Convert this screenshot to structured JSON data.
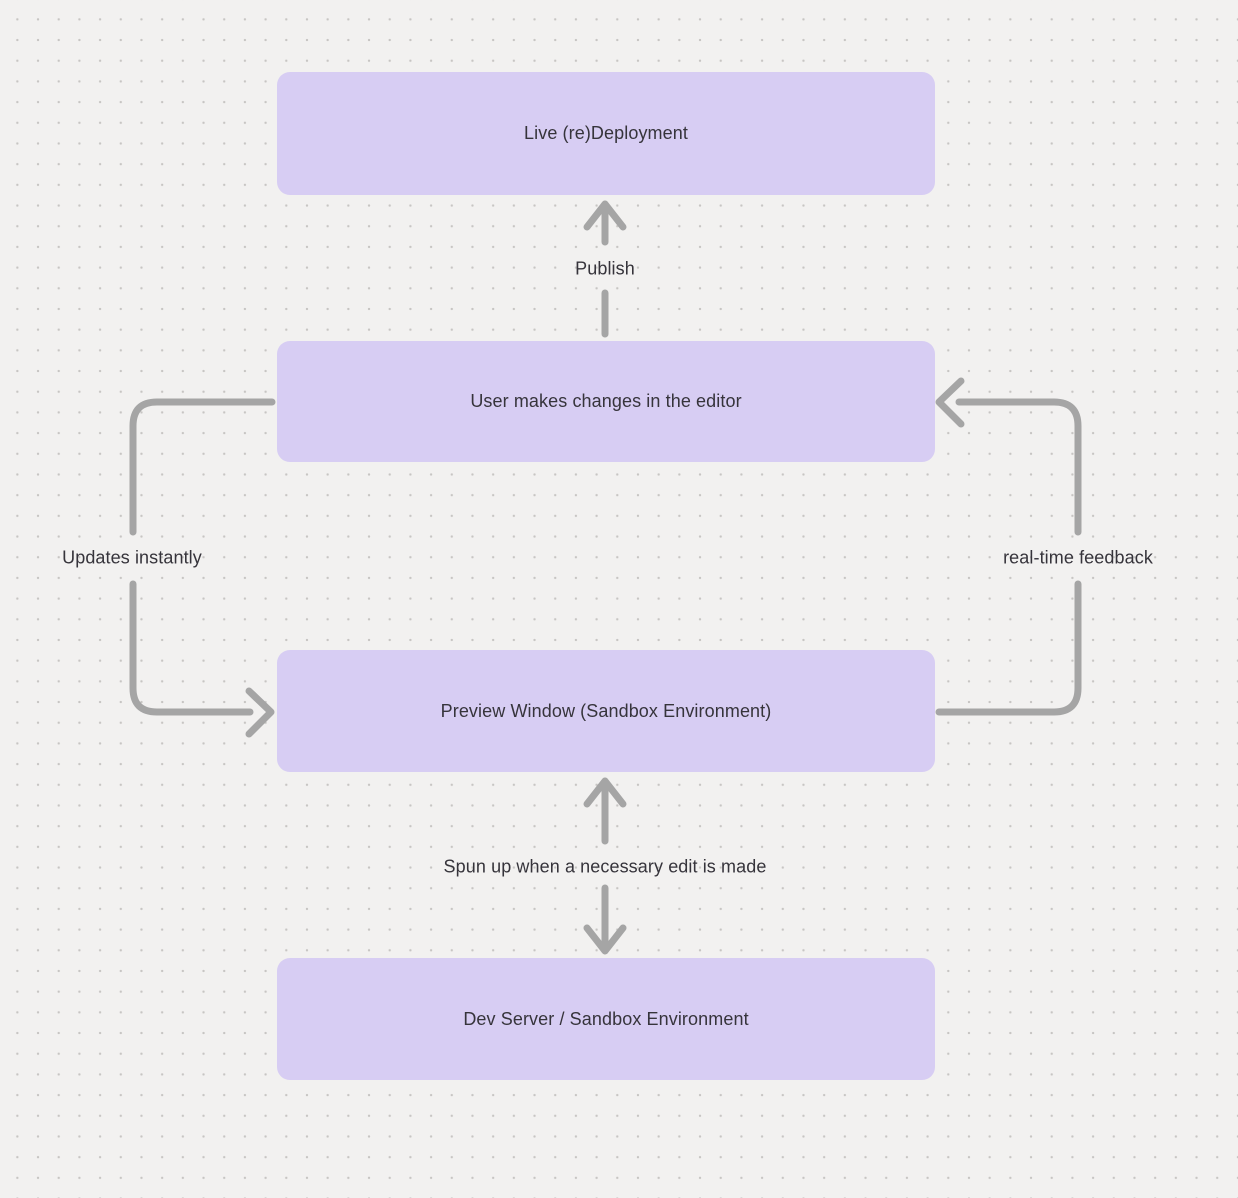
{
  "diagram": {
    "nodes": [
      {
        "id": "live-redeployment",
        "label": "Live (re)Deployment"
      },
      {
        "id": "user-editor",
        "label": "User makes changes in the editor"
      },
      {
        "id": "preview-window",
        "label": "Preview Window (Sandbox Environment)"
      },
      {
        "id": "dev-server",
        "label": "Dev Server / Sandbox Environment"
      }
    ],
    "edges": [
      {
        "from": "user-editor",
        "to": "live-redeployment",
        "label": "Publish",
        "direction": "up"
      },
      {
        "from": "user-editor",
        "to": "preview-window",
        "label": "Updates instantly",
        "direction": "left-loop-down"
      },
      {
        "from": "preview-window",
        "to": "user-editor",
        "label": "real-time feedback",
        "direction": "right-loop-up"
      },
      {
        "from": "preview-window",
        "to": "dev-server",
        "label": "Spun up when a necessary edit is made",
        "direction": "bidirectional"
      }
    ],
    "colors": {
      "node_fill": "#d7cdf3",
      "arrow": "#a5a5a5",
      "text": "#36343b",
      "background": "#f2f1f0",
      "dot": "#c7c5c3"
    }
  }
}
